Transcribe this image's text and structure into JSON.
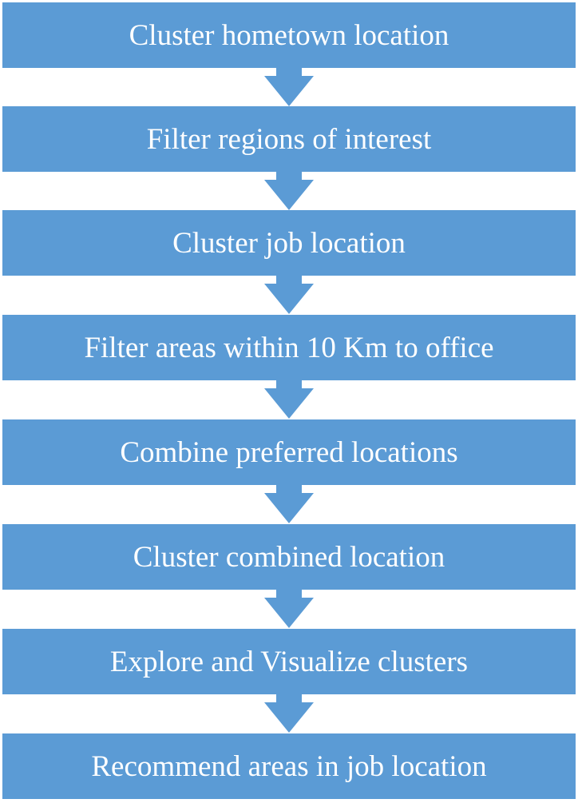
{
  "flowchart": {
    "fill_color": "#5b9bd5",
    "text_color": "#ffffff",
    "steps": [
      {
        "label": "Cluster hometown location"
      },
      {
        "label": "Filter regions of interest"
      },
      {
        "label": "Cluster job location"
      },
      {
        "label": "Filter areas within 10 Km to office"
      },
      {
        "label": "Combine preferred locations"
      },
      {
        "label": "Cluster combined location"
      },
      {
        "label": "Explore and Visualize clusters"
      },
      {
        "label": "Recommend areas in job location"
      }
    ]
  }
}
